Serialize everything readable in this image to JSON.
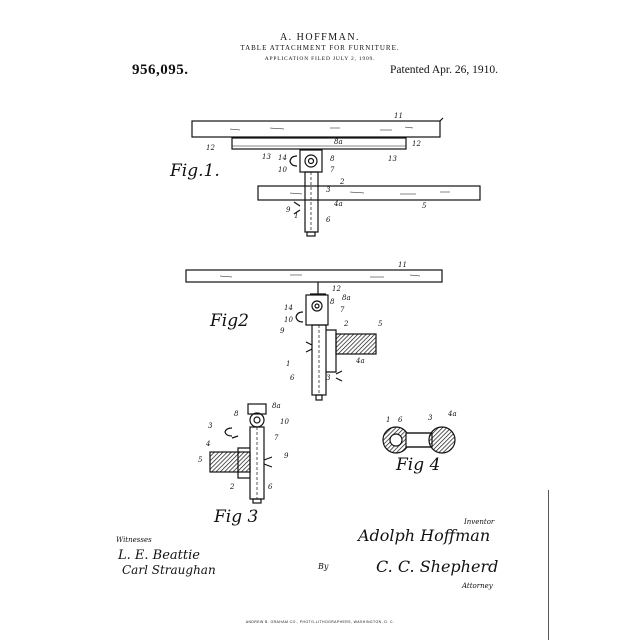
{
  "header": {
    "inventor": "A. HOFFMAN.",
    "title": "TABLE ATTACHMENT FOR FURNITURE.",
    "filed": "APPLICATION FILED JULY 2, 1909.",
    "patent_number": "956,095.",
    "patent_date": "Patented Apr. 26, 1910."
  },
  "figures": {
    "fig1": "Fig.1.",
    "fig2": "Fig2",
    "fig3": "Fig 3",
    "fig4": "Fig 4"
  },
  "fig1_labels": {
    "l11": "11",
    "l12a": "12",
    "l12b": "12",
    "l13a": "13",
    "l13b": "13",
    "l8a": "8a",
    "l14": "14",
    "l8": "8",
    "l10": "10",
    "l7": "7",
    "l2": "2",
    "l3": "3",
    "l9": "9",
    "l1": "1",
    "l4a": "4a",
    "l5": "5",
    "l6": "6"
  },
  "fig2_labels": {
    "l11": "11",
    "l12": "12",
    "l14": "14",
    "l8": "8",
    "l8a": "8a",
    "l7": "7",
    "l10": "10",
    "l2": "2",
    "l5": "5",
    "l9": "9",
    "l1": "1",
    "l4a": "4a",
    "l6": "6",
    "l3": "3"
  },
  "fig3_labels": {
    "l8": "8",
    "l8a": "8a",
    "l10": "10",
    "l3": "3",
    "l4": "4",
    "l7": "7",
    "l5": "5",
    "l9": "9",
    "l2": "2",
    "l6": "6"
  },
  "fig4_labels": {
    "l1": "1",
    "l6": "6",
    "l3": "3",
    "l4a": "4a"
  },
  "signatures": {
    "witnesses_heading": "Witnesses",
    "witness1": "L. E. Beattie",
    "witness2": "Carl Straughan",
    "inventor_heading": "Inventor",
    "inventor_name": "Adolph Hoffman",
    "by": "By",
    "attorney_name": "C. C. Shepherd",
    "attorney_heading": "Attorney"
  },
  "printer_line": "ANDREW B. GRAHAM CO., PHOTO-LITHOGRAPHERS, WASHINGTON, D. C."
}
